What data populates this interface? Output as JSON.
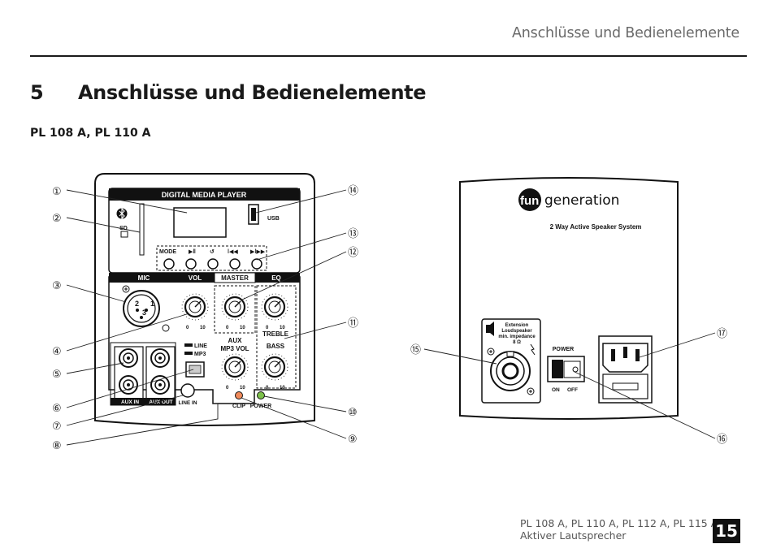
{
  "header": {
    "running_title": "Anschlüsse und Bedienelemente"
  },
  "chapter": {
    "number": "5",
    "title": "Anschlüsse und Bedienelemente"
  },
  "subheading": "PL 108 A, PL 110 A",
  "left_panel": {
    "media_player_title": "DIGITAL MEDIA PLAYER",
    "sd_label": "SD",
    "usb_label": "USB",
    "mode_label": "MODE",
    "button_symbols": [
      "▶ǁ",
      "↺",
      "ǀ◀◀",
      "▶ǀ▶▶"
    ],
    "mic_label": "MIC",
    "vol_label": "VOL",
    "master_label": "MASTER",
    "eq_label": "EQ",
    "treble_label": "TREBLE",
    "bass_label": "BASS",
    "aux_label": "AUX",
    "mp3vol_label": "MP3 VOL",
    "line_label": "LINE",
    "mp3_label": "MP3",
    "aux_in_label": "AUX IN",
    "aux_out_label": "AUX OUT",
    "line_in_label": "LINE IN",
    "clip_label": "CLIP",
    "power_led_label": "POWER",
    "knob_min": "0",
    "knob_max": "10",
    "xlr_pins": [
      "1",
      "2",
      "3"
    ]
  },
  "right_panel": {
    "brand_fun": "fun",
    "brand_generation": "generation",
    "tagline": "2 Way Active Speaker System",
    "extension_label": [
      "Extension",
      "Loudspeaker",
      "min. impedance",
      "8 Ω"
    ],
    "power_label": "POWER",
    "on_label": "ON",
    "off_label": "OFF"
  },
  "callouts": [
    "①",
    "②",
    "③",
    "④",
    "⑤",
    "⑥",
    "⑦",
    "⑧",
    "⑨",
    "⑩",
    "⑪",
    "⑫",
    "⑬",
    "⑭",
    "⑮",
    "⑯",
    "⑰"
  ],
  "footer": {
    "models": "PL 108 A, PL 110 A, PL 112 A, PL 115 A",
    "subtitle": "Aktiver Lautsprecher",
    "page_number": "15"
  }
}
